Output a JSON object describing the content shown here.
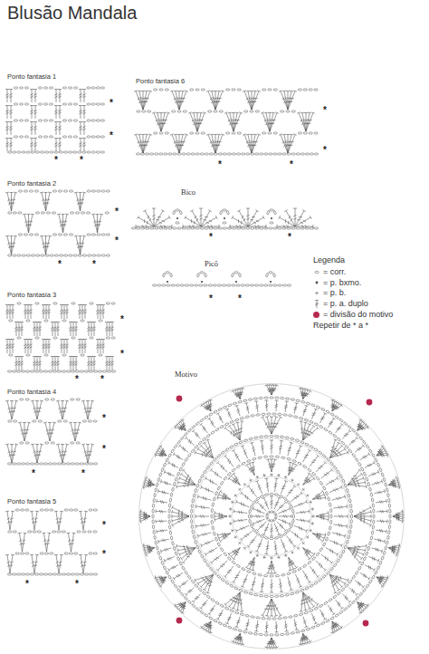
{
  "diagram": {
    "title": "Blusão Mandala",
    "labels": [
      "Ponto fantasia 1",
      "*",
      "*",
      "*",
      "*",
      "Ponto fantasia 6",
      "*",
      "*",
      "*",
      "*",
      "Ponto fantasia 2",
      "*",
      "*",
      "*",
      "*",
      "Bico",
      "*",
      "*",
      "Picô",
      "*",
      "*",
      "Legenda",
      "Repetir de * a *",
      "Ponto fantasia 3",
      "*",
      "*",
      "*",
      "*",
      "Ponto fantasia 4",
      "*",
      "*",
      "*",
      "*",
      "Ponto fantasia 5",
      "*",
      "*",
      "*",
      "*",
      "Motivo"
    ],
    "legend": [
      {
        "text": "= corr."
      },
      {
        "text": "= p. bxmo."
      },
      {
        "text": "= p. b."
      },
      {
        "text": "= p. a. duplo"
      },
      {
        "text": "= divisão do motivo",
        "color": "#b5294e"
      }
    ]
  }
}
